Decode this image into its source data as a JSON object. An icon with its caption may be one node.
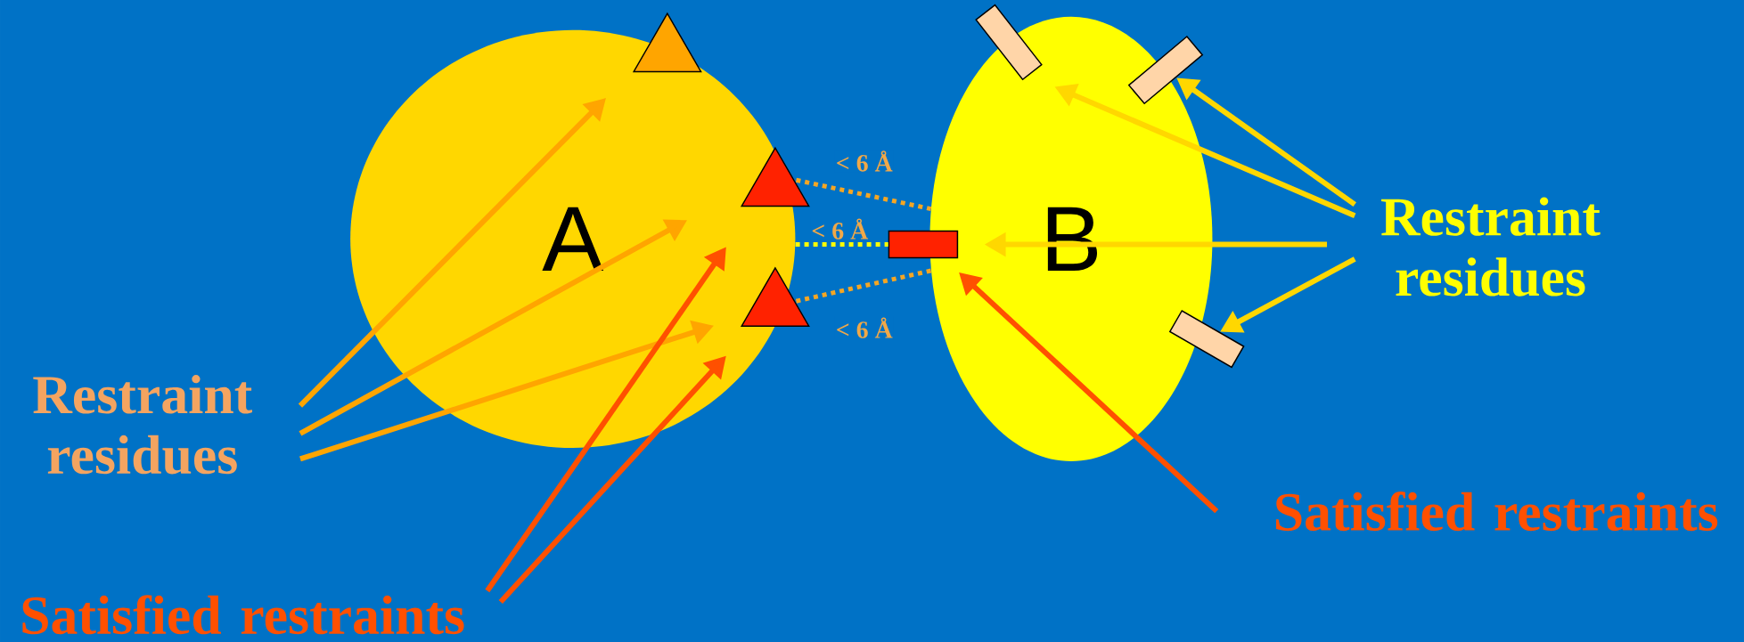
{
  "diagram": {
    "nodes": [
      {
        "text": [
          "A"
        ]
      },
      {
        "text": [
          "B"
        ]
      },
      {
        "text": [],
        "shape": "triangle"
      },
      {
        "text": [],
        "shape": "triangle"
      },
      {
        "text": [],
        "shape": "triangle"
      },
      {
        "text": [],
        "shape": "box"
      },
      {
        "text": [],
        "shape": "box"
      },
      {
        "text": [],
        "shape": "box"
      },
      {
        "text": [],
        "shape": "box"
      },
      {
        "text": [
          "Restraint residues"
        ]
      },
      {
        "text": [
          "Satisfied restraints"
        ]
      },
      {
        "text": [
          "Restraint residues"
        ]
      },
      {
        "text": [
          "Satisfied restraints"
        ]
      }
    ],
    "edges": [
      {
        "from": 9,
        "to": 0,
        "arrow": "to",
        "color": "#ffa500"
      },
      {
        "from": 9,
        "to": 0,
        "arrow": "to",
        "color": "#ffa500"
      },
      {
        "from": 9,
        "to": 0,
        "arrow": "to",
        "color": "#ffa500"
      },
      {
        "from": 10,
        "to": 0,
        "arrow": "to",
        "color": "#ff5000"
      },
      {
        "from": 10,
        "to": 0,
        "arrow": "to",
        "color": "#ff5000"
      },
      {
        "from": 11,
        "to": 1,
        "arrow": "to",
        "color": "#ffd700"
      },
      {
        "from": 11,
        "to": 7,
        "arrow": "to",
        "color": "#ffd700"
      },
      {
        "from": 11,
        "to": 1,
        "arrow": "to",
        "color": "#ffd700"
      },
      {
        "from": 11,
        "to": 8,
        "arrow": "to",
        "color": "#ffd700"
      },
      {
        "from": 12,
        "to": 1,
        "arrow": "to",
        "color": "#ff5000"
      },
      {
        "from": 3,
        "to": 1,
        "arrow": "none",
        "label": "< 6 Å",
        "style": "dashed",
        "color": "#f5a623"
      },
      {
        "from": 0,
        "to": 5,
        "arrow": "none",
        "label": "< 6 Å",
        "style": "dashed",
        "color": "#ffff00"
      },
      {
        "from": 4,
        "to": 1,
        "arrow": "none",
        "label": "< 6 Å",
        "style": "dashed",
        "color": "#f5a623"
      }
    ]
  }
}
